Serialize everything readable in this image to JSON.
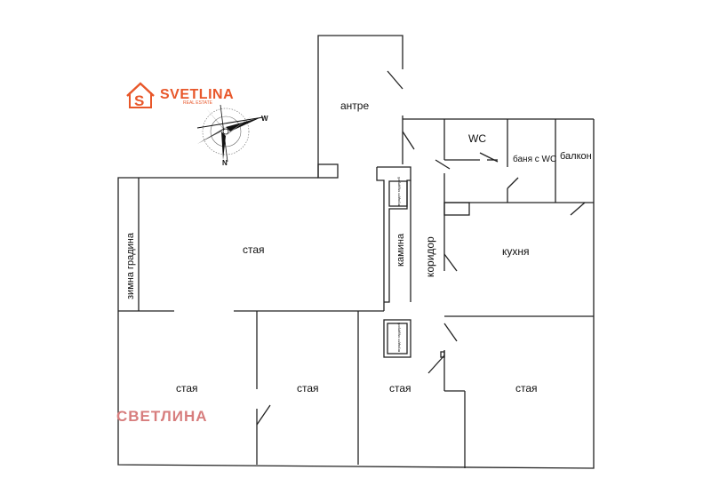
{
  "logo": {
    "name": "SVETLINA",
    "tagline": "REAL ESTATE",
    "brand_color": "#e8572a"
  },
  "compass": {
    "west": "W",
    "north": "N"
  },
  "watermark": {
    "text": "СВЕТЛИНА",
    "color": "#d77d7d"
  },
  "rooms": {
    "antre": "антре",
    "wc": "WC",
    "bath_wc": "баня с WC",
    "balcony": "балкон",
    "winter_garden": "зимна градина",
    "main_room": "стая",
    "fireplace": "камина",
    "corridor": "коридор",
    "kitchen": "кухня",
    "room_1": "стая",
    "room_2": "стая",
    "room_3": "стая",
    "room_4": "стая",
    "wardrobe_1": "вграден гардероб",
    "wardrobe_2": "вграден гардероб"
  }
}
